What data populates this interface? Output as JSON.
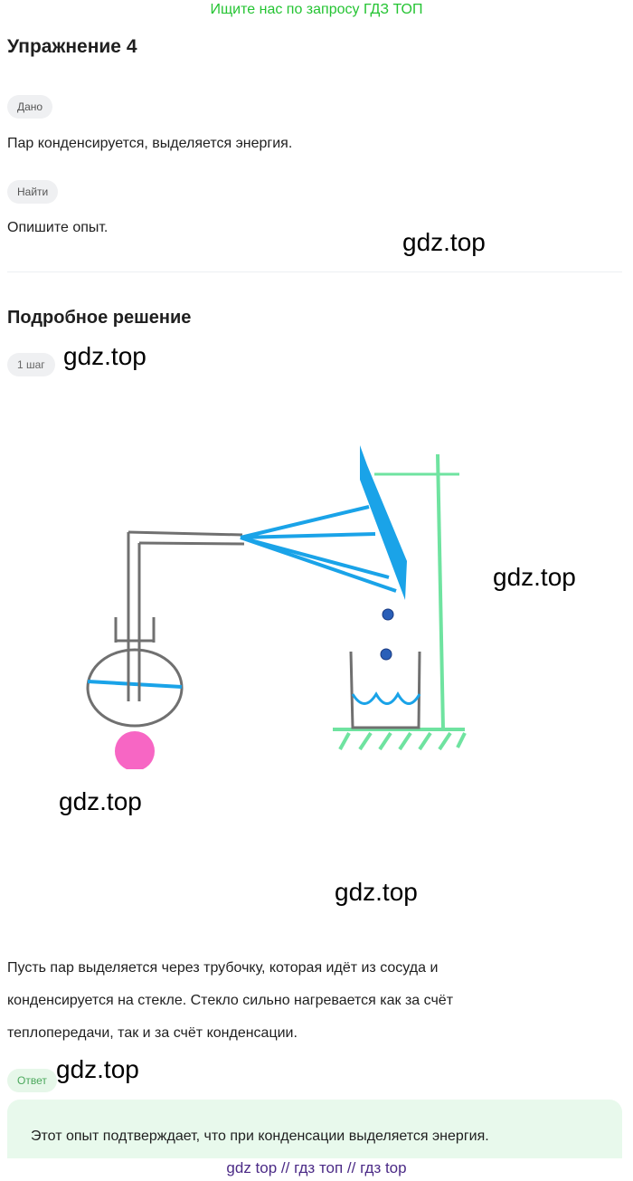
{
  "banner": "Ищите нас по запросу ГДЗ ТОП",
  "title": "Упражнение 4",
  "given": {
    "label": "Дано",
    "text": "Пар конденсируется, выделяется энергия."
  },
  "find": {
    "label": "Найти",
    "text": "Опишите опыт."
  },
  "solution": {
    "title": "Подробное решение",
    "step_label": "1 шаг",
    "explanation_lines": [
      "Пусть пар выделяется через трубочку, которая идёт из сосуда и",
      "конденсируется на стекле. Стекло сильно нагревается как за счёт",
      "теплопередачи, так и за счёт конденсации."
    ]
  },
  "answer": {
    "label": "Ответ",
    "text": "Этот опыт подтверждает, что при конденсации выделяется энергия."
  },
  "watermarks": [
    "gdz.top",
    "gdz.top",
    "gdz.top",
    "gdz.top",
    "gdz.top",
    "gdz.top"
  ],
  "footer": "gdz top  //  гдз топ  //  гдз top",
  "colors": {
    "banner_green": "#25c433",
    "steam_blue": "#1aa3e8",
    "stand_green": "#6fe3a0",
    "flame_pink": "#f766c4",
    "drop_blue": "#2a5fb8",
    "vessel_gray": "#707070"
  }
}
